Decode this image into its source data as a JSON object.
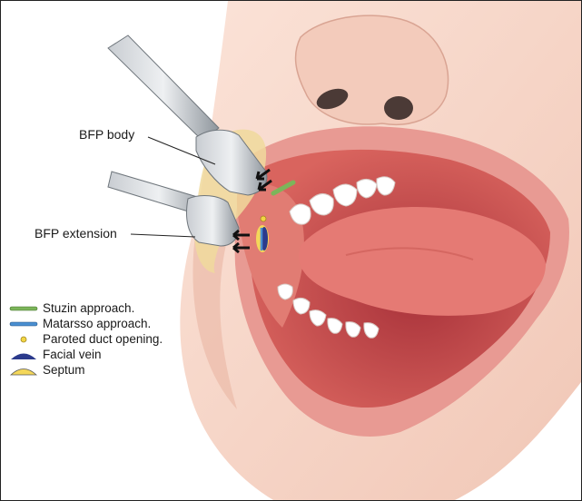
{
  "callouts": {
    "bfp_body": "BFP body",
    "bfp_extension": "BFP extension"
  },
  "legend": [
    {
      "label": "Stuzin approach.",
      "shape": "line",
      "color": "#7cb55a"
    },
    {
      "label": "Matarsso approach.",
      "shape": "line",
      "color": "#4a8fd1"
    },
    {
      "label": "Paroted duct opening.",
      "shape": "dot",
      "color": "#f2d544"
    },
    {
      "label": "Facial vein",
      "shape": "dome",
      "color": "#2b3a8c"
    },
    {
      "label": "Septum",
      "shape": "dome",
      "color": "#f4d75a"
    }
  ],
  "colors": {
    "skin": "#f7d6c8",
    "skin_shadow": "#e9b9a8",
    "lip": "#e89a93",
    "mucosa": "#d9645e",
    "tongue": "#e57a74",
    "teeth": "#ffffff",
    "fat_pad": "#f0d99c",
    "retractor": "#9aa1a8",
    "arrow": "#111111"
  }
}
